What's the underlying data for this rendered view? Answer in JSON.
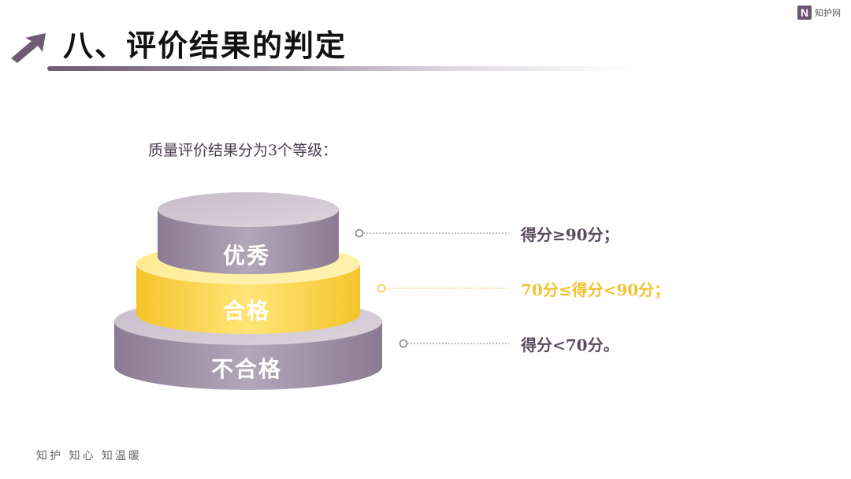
{
  "header": {
    "title": "八、评价结果的判定",
    "arrow_icon": "diagonal-arrow-icon"
  },
  "brand": {
    "mark": "N",
    "name": "知护网"
  },
  "intro": "质量评价结果分为3个等级：",
  "levels": [
    {
      "label": "优秀",
      "criterion": "得分≥90分；",
      "color": "#a99bb0"
    },
    {
      "label": "合格",
      "criterion": "70分≤得分<90分；",
      "color": "#fbd34a"
    },
    {
      "label": "不合格",
      "criterion": "得分<70分。",
      "color": "#a99bb0"
    }
  ],
  "footer": "知护  知心  知温暖",
  "colors": {
    "accent_purple": "#6e5a73",
    "accent_yellow": "#f2c230"
  }
}
